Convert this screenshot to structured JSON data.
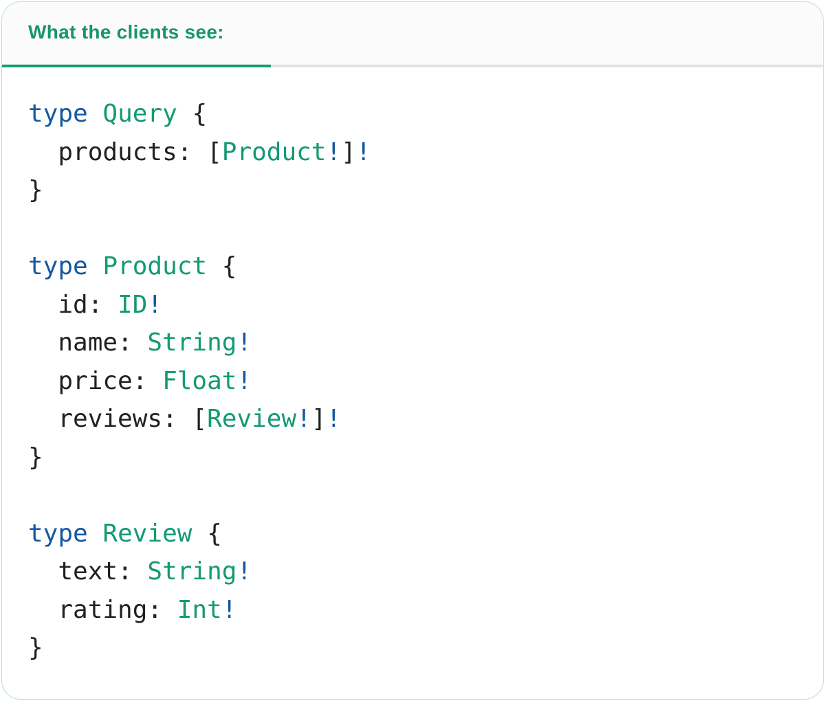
{
  "tab": {
    "label": "What the clients see:"
  },
  "colors": {
    "accent_green": "#169B73",
    "tab_label": "#18946F",
    "inactive_rule": "#E1E3E2",
    "keyword_blue": "#1558A0",
    "type_green": "#149A73",
    "plain_dark": "#1F2123",
    "card_border": "rgba(22,155,115,0.32)",
    "tabbar_bg": "#FBFBFB"
  },
  "code": {
    "language": "graphql-sdl",
    "token_colors": {
      "keyword": "#1558A0",
      "type": "#149A73",
      "plain": "#1F2123",
      "bang": "#1558A0"
    },
    "lines": [
      [
        {
          "t": "type",
          "c": "keyword"
        },
        {
          "t": " ",
          "c": "plain"
        },
        {
          "t": "Query",
          "c": "type"
        },
        {
          "t": " {",
          "c": "plain"
        }
      ],
      [
        {
          "t": "  products: [",
          "c": "plain"
        },
        {
          "t": "Product",
          "c": "type"
        },
        {
          "t": "!",
          "c": "bang"
        },
        {
          "t": "]",
          "c": "plain"
        },
        {
          "t": "!",
          "c": "bang"
        }
      ],
      [
        {
          "t": "}",
          "c": "plain"
        }
      ],
      [],
      [
        {
          "t": "type",
          "c": "keyword"
        },
        {
          "t": " ",
          "c": "plain"
        },
        {
          "t": "Product",
          "c": "type"
        },
        {
          "t": " {",
          "c": "plain"
        }
      ],
      [
        {
          "t": "  id: ",
          "c": "plain"
        },
        {
          "t": "ID",
          "c": "type"
        },
        {
          "t": "!",
          "c": "bang"
        }
      ],
      [
        {
          "t": "  name: ",
          "c": "plain"
        },
        {
          "t": "String",
          "c": "type"
        },
        {
          "t": "!",
          "c": "bang"
        }
      ],
      [
        {
          "t": "  price: ",
          "c": "plain"
        },
        {
          "t": "Float",
          "c": "type"
        },
        {
          "t": "!",
          "c": "bang"
        }
      ],
      [
        {
          "t": "  reviews: [",
          "c": "plain"
        },
        {
          "t": "Review",
          "c": "type"
        },
        {
          "t": "!",
          "c": "bang"
        },
        {
          "t": "]",
          "c": "plain"
        },
        {
          "t": "!",
          "c": "bang"
        }
      ],
      [
        {
          "t": "}",
          "c": "plain"
        }
      ],
      [],
      [
        {
          "t": "type",
          "c": "keyword"
        },
        {
          "t": " ",
          "c": "plain"
        },
        {
          "t": "Review",
          "c": "type"
        },
        {
          "t": " {",
          "c": "plain"
        }
      ],
      [
        {
          "t": "  text: ",
          "c": "plain"
        },
        {
          "t": "String",
          "c": "type"
        },
        {
          "t": "!",
          "c": "bang"
        }
      ],
      [
        {
          "t": "  rating: ",
          "c": "plain"
        },
        {
          "t": "Int",
          "c": "type"
        },
        {
          "t": "!",
          "c": "bang"
        }
      ],
      [
        {
          "t": "}",
          "c": "plain"
        }
      ]
    ]
  }
}
